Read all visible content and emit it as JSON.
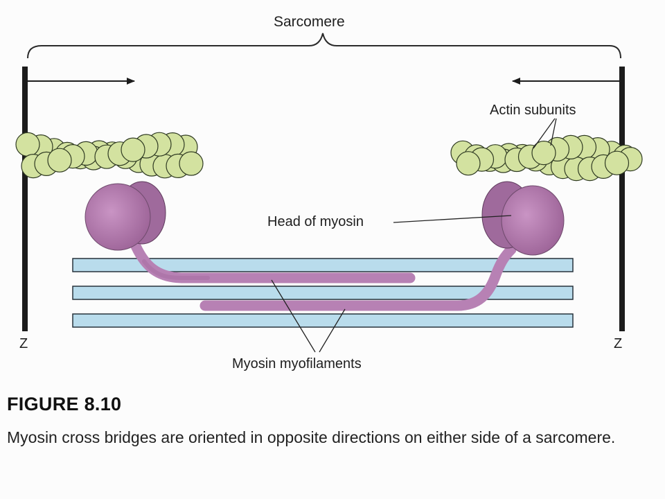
{
  "labels": {
    "sarcomere": "Sarcomere",
    "actin_subunits": "Actin subunits",
    "head_of_myosin": "Head of myosin",
    "myosin_myofilaments": "Myosin myofilaments",
    "z_left": "Z",
    "z_right": "Z"
  },
  "figure": {
    "title": "FIGURE 8.10",
    "caption": "Myosin cross bridges are oriented in opposite directions on either side of a sarcomere."
  },
  "colors": {
    "actin_fill": "#d3e2a0",
    "actin_stroke": "#2f3a22",
    "myosin_head": "#b77fb3",
    "myosin_head_dark": "#7c4c7a",
    "myosin_tail": "#b781b4",
    "filament_fill": "#b9dcec",
    "filament_stroke": "#26313b",
    "z_line": "#1c1c1c"
  }
}
